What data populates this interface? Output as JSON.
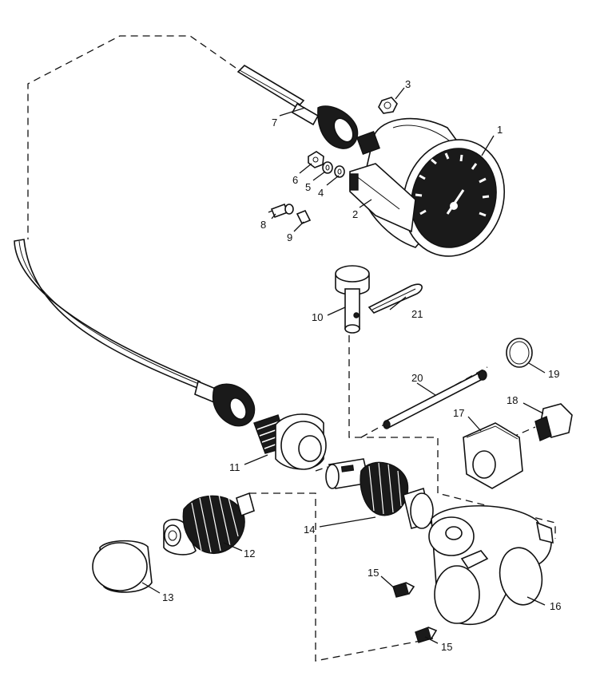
{
  "callouts": [
    {
      "id": "1",
      "text": "1"
    },
    {
      "id": "2",
      "text": "2"
    },
    {
      "id": "3",
      "text": "3"
    },
    {
      "id": "4",
      "text": "4"
    },
    {
      "id": "5",
      "text": "5"
    },
    {
      "id": "6",
      "text": "6"
    },
    {
      "id": "7",
      "text": "7"
    },
    {
      "id": "8",
      "text": "8"
    },
    {
      "id": "9",
      "text": "9"
    },
    {
      "id": "10",
      "text": "10"
    },
    {
      "id": "11",
      "text": "11"
    },
    {
      "id": "12",
      "text": "12"
    },
    {
      "id": "13",
      "text": "13"
    },
    {
      "id": "14",
      "text": "14"
    },
    {
      "id": "15a",
      "text": "15"
    },
    {
      "id": "15b",
      "text": "15"
    },
    {
      "id": "16",
      "text": "16"
    },
    {
      "id": "17",
      "text": "17"
    },
    {
      "id": "18",
      "text": "18"
    },
    {
      "id": "19",
      "text": "19"
    },
    {
      "id": "20",
      "text": "20"
    },
    {
      "id": "21",
      "text": "21"
    }
  ]
}
